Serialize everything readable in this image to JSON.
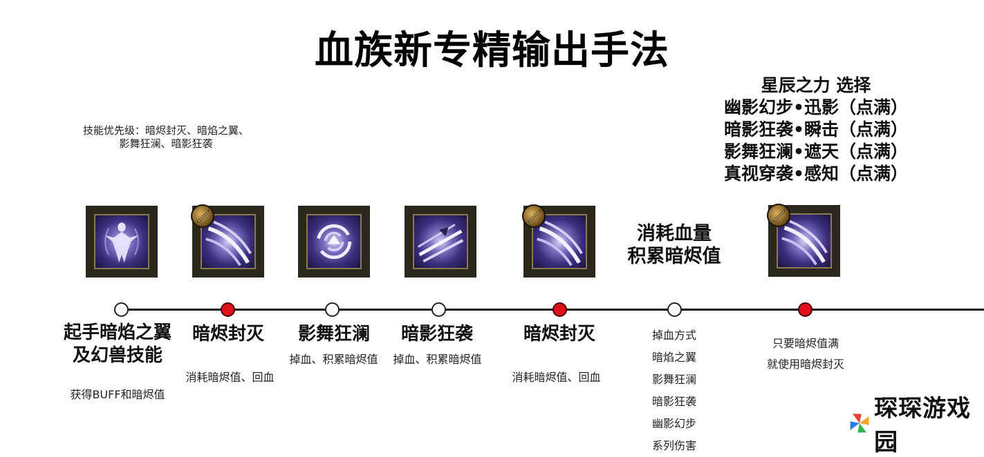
{
  "title": "血族新专精输出手法",
  "priority_note": {
    "line1": "技能优先级：暗烬封灭、暗焰之翼、",
    "line2": "影舞狂澜、暗影狂袭"
  },
  "astral_power": {
    "heading": "星辰之力 选择",
    "options": [
      "幽影幻步•迅影（点满）",
      "暗影狂袭•瞬击（点满）",
      "影舞狂澜•遮天（点满）",
      "真视穿袭•感知（点满）"
    ]
  },
  "consume_label": {
    "line1": "消耗血量",
    "line2": "积累暗烬值"
  },
  "icons": [
    {
      "name": "shadow-figure-icon",
      "badge": false
    },
    {
      "name": "shadow-slash-icon",
      "badge": true
    },
    {
      "name": "swirl-dance-icon",
      "badge": false
    },
    {
      "name": "shadow-claw-icon",
      "badge": false
    },
    {
      "name": "shadow-slash-icon",
      "badge": true
    },
    {
      "name": "shadow-slash-icon",
      "badge": true
    }
  ],
  "steps": [
    {
      "name_line1": "起手暗焰之翼",
      "name_line2": "及幻兽技能",
      "desc": "获得BUFF和暗烬值",
      "node": "white"
    },
    {
      "name_line1": "暗烬封灭",
      "desc": "消耗暗烬值、回血",
      "node": "red"
    },
    {
      "name_line1": "影舞狂澜",
      "desc": "掉血、积累暗烬值",
      "node": "white"
    },
    {
      "name_line1": "暗影狂袭",
      "desc": "掉血、积累暗烬值",
      "node": "white"
    },
    {
      "name_line1": "暗烬封灭",
      "desc": "消耗暗烬值、回血",
      "node": "red"
    },
    {
      "node": "white"
    },
    {
      "node": "red"
    }
  ],
  "blood_loss_list": {
    "items": [
      "掉血方式",
      "暗焰之翼",
      "影舞狂澜",
      "暗影狂袭",
      "幽影幻步",
      "系列伤害"
    ]
  },
  "final_note": {
    "line1": "只要暗烬值满",
    "line2": "就使用暗烬封灭"
  },
  "watermark": {
    "text": "琛琛游戏园",
    "colors": [
      "#e8412c",
      "#f5a623",
      "#2fb34a",
      "#2a7de1"
    ]
  },
  "colors": {
    "node_red": "#e0101a",
    "line": "#111111"
  }
}
